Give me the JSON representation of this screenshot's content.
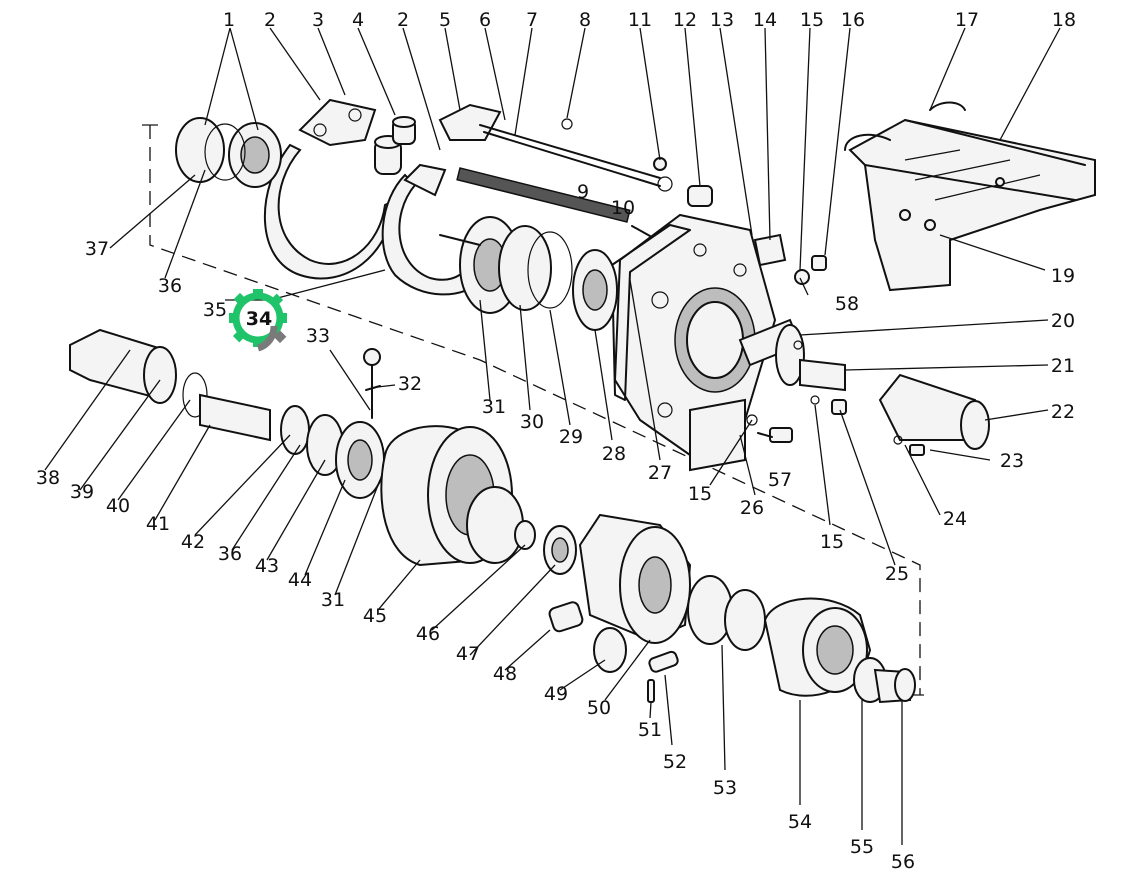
{
  "highlight": {
    "label": "34",
    "color_primary": "#1fc46a",
    "color_secondary": "#7a7a7a",
    "icon": "gear-icon"
  },
  "callouts": {
    "n1": "1",
    "n2a": "2",
    "n3": "3",
    "n4": "4",
    "n2b": "2",
    "n5": "5",
    "n6": "6",
    "n7": "7",
    "n8": "8",
    "n11": "11",
    "n12": "12",
    "n13": "13",
    "n14": "14",
    "n15a": "15",
    "n16": "16",
    "n17": "17",
    "n18": "18",
    "n9": "9",
    "n10": "10",
    "n19": "19",
    "n58": "58",
    "n20": "20",
    "n21": "21",
    "n22": "22",
    "n23": "23",
    "n24": "24",
    "n25": "25",
    "n15b": "15",
    "n15c": "15",
    "n26": "26",
    "n27": "27",
    "n57": "57",
    "n28": "28",
    "n29": "29",
    "n30": "30",
    "n31a": "31",
    "n32": "32",
    "n33": "33",
    "n35": "35",
    "n36a": "36",
    "n37": "37",
    "n38": "38",
    "n39": "39",
    "n40": "40",
    "n41": "41",
    "n42": "42",
    "n36b": "36",
    "n43": "43",
    "n44": "44",
    "n31b": "31",
    "n45": "45",
    "n46": "46",
    "n47": "47",
    "n48": "48",
    "n49": "49",
    "n50": "50",
    "n51": "51",
    "n52": "52",
    "n53": "53",
    "n54": "54",
    "n55": "55",
    "n56": "56"
  }
}
